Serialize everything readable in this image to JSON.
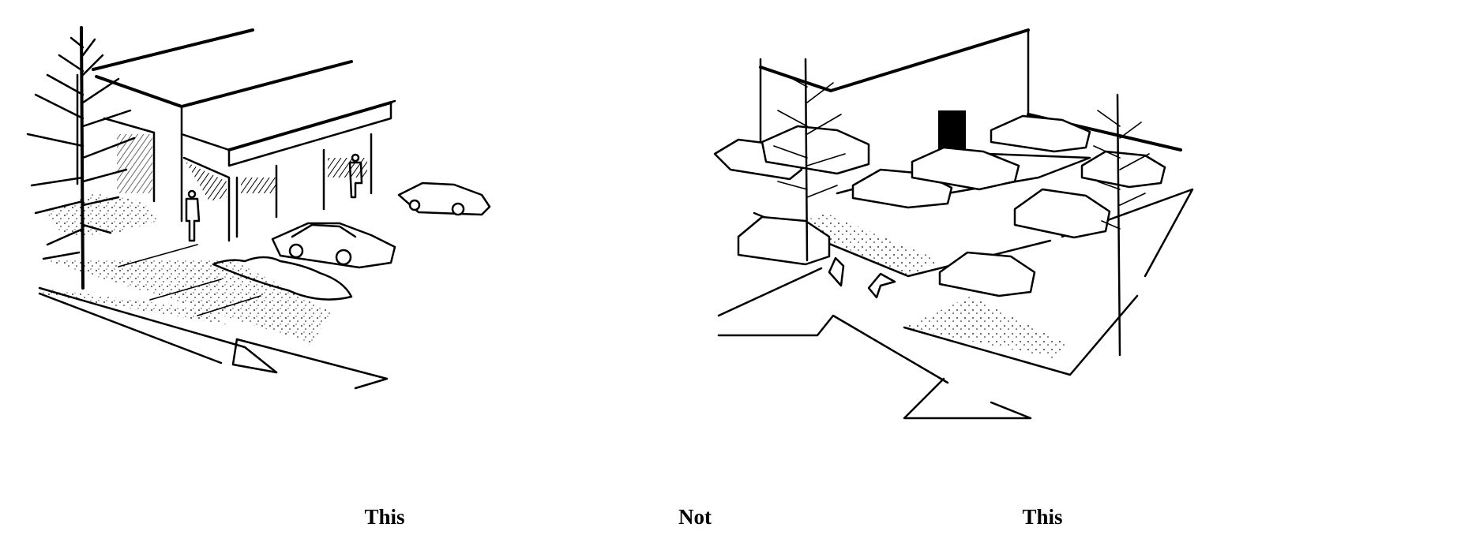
{
  "captions": {
    "left": "This",
    "middle": "Not",
    "right": "This"
  },
  "colors": {
    "ink": "#000000",
    "paper": "#ffffff"
  }
}
